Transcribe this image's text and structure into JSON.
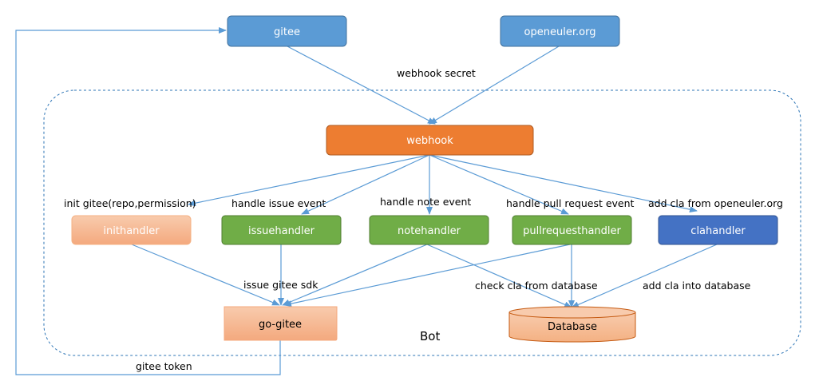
{
  "nodes": {
    "gitee": "gitee",
    "openeuler": "openeuler.org",
    "webhook": "webhook",
    "inithandler": "inithandler",
    "issuehandler": "issuehandler",
    "notehandler": "notehandler",
    "pullrequesthandler": "pullrequesthandler",
    "clahandler": "clahandler",
    "go_gitee": "go-gitee",
    "database": "Database"
  },
  "labels": {
    "webhook_secret": "webhook secret",
    "init_gitee": "init gitee(repo,permission)",
    "handle_issue": "handle issue event",
    "handle_note": "handle note event",
    "handle_pr": "handle pull request event",
    "add_cla_from": "add cla from openeuler.org",
    "issue_gitee_sdk": "issue gitee sdk",
    "check_cla": "check cla from database",
    "add_cla_into": "add cla into database",
    "gitee_token": "gitee token",
    "bot": "Bot"
  },
  "colors": {
    "blue_node": "#5B9BD5",
    "orange_node": "#ED7D31",
    "peach_node": "#F4B183",
    "green_node": "#70AD47",
    "dark_blue_node": "#4472C4",
    "edge": "#5B9BD5"
  }
}
